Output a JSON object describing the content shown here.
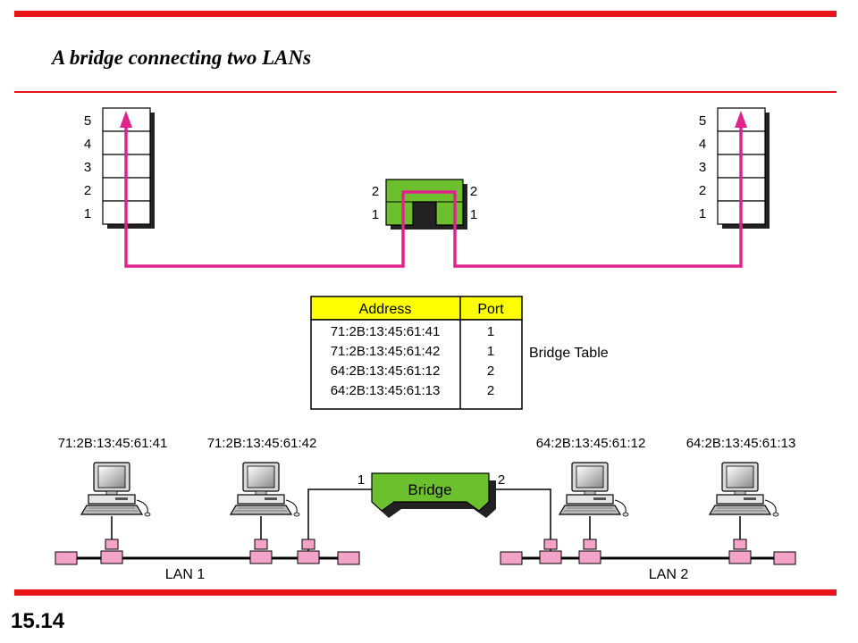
{
  "title": "A bridge connecting two LANs",
  "slide_number": "15.14",
  "colors": {
    "rule": "#e8141b",
    "path": "#e0228c",
    "bridge": "#6cc02e",
    "table_header": "#ffff00",
    "connector": "#f4a3c8"
  },
  "stack_left": {
    "layers": [
      "5",
      "4",
      "3",
      "2",
      "1"
    ]
  },
  "stack_right": {
    "layers": [
      "5",
      "4",
      "3",
      "2",
      "1"
    ]
  },
  "bridge_stack": {
    "left_layers": [
      "2",
      "1"
    ],
    "right_layers": [
      "2",
      "1"
    ]
  },
  "bridge_table": {
    "label": "Bridge Table",
    "headers": {
      "address": "Address",
      "port": "Port"
    },
    "rows": [
      {
        "address": "71:2B:13:45:61:41",
        "port": "1"
      },
      {
        "address": "71:2B:13:45:61:42",
        "port": "1"
      },
      {
        "address": "64:2B:13:45:61:12",
        "port": "2"
      },
      {
        "address": "64:2B:13:45:61:13",
        "port": "2"
      }
    ]
  },
  "bridge": {
    "label": "Bridge",
    "port1": "1",
    "port2": "2"
  },
  "stations": [
    {
      "address": "71:2B:13:45:61:41",
      "icon": "computer-icon"
    },
    {
      "address": "71:2B:13:45:61:42",
      "icon": "computer-icon"
    },
    {
      "address": "64:2B:13:45:61:12",
      "icon": "computer-icon"
    },
    {
      "address": "64:2B:13:45:61:13",
      "icon": "computer-icon"
    }
  ],
  "lans": {
    "lan1": "LAN 1",
    "lan2": "LAN 2"
  }
}
